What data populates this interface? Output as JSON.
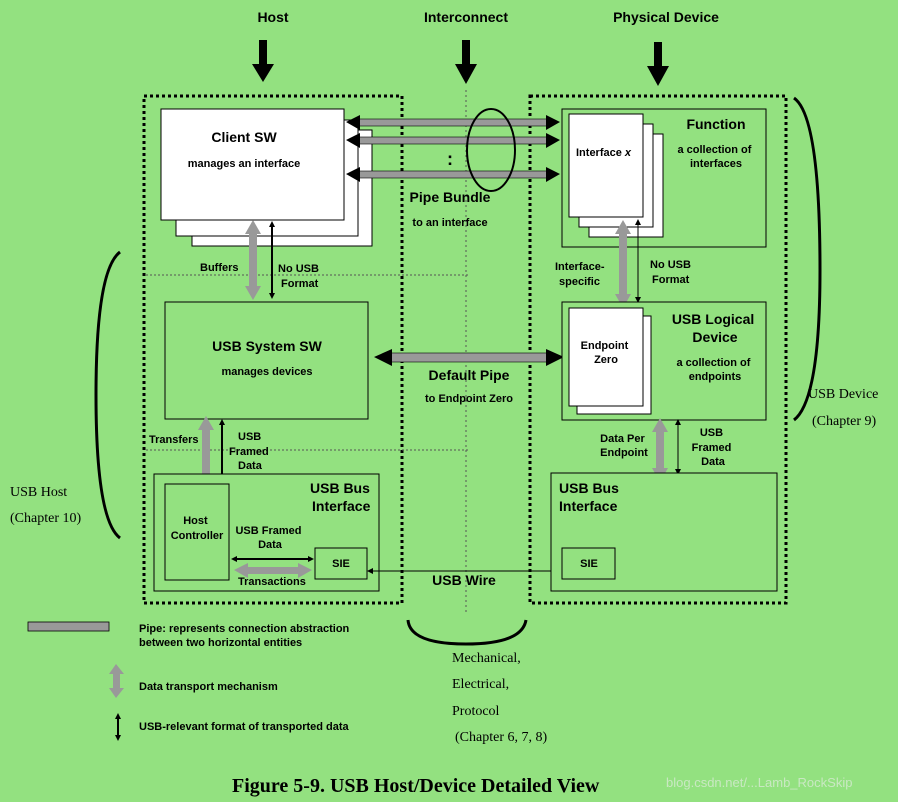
{
  "columns": {
    "host": "Host",
    "interconnect": "Interconnect",
    "physical_device": "Physical Device"
  },
  "host_side": {
    "client_sw": {
      "title": "Client SW",
      "subtitle": "manages an interface"
    },
    "buffers": "Buffers",
    "no_usb_format": [
      "No USB",
      "Format"
    ],
    "usb_system_sw": {
      "title": "USB System SW",
      "subtitle": "manages devices"
    },
    "transfers": "Transfers",
    "usb_framed_data": [
      "USB",
      "Framed",
      "Data"
    ],
    "usb_bus_interface": [
      "USB Bus",
      "Interface"
    ],
    "host_controller": [
      "Host",
      "Controller"
    ],
    "usb_framed_data_inline": [
      "USB Framed",
      "Data"
    ],
    "sie": "SIE",
    "transactions": "Transactions"
  },
  "interconnect": {
    "ellipsis": ":",
    "pipe_bundle": {
      "title": "Pipe Bundle",
      "subtitle": "to an interface"
    },
    "default_pipe": {
      "title": "Default Pipe",
      "subtitle": "to Endpoint Zero"
    },
    "usb_wire": "USB Wire",
    "mechanical_notes": [
      "Mechanical,",
      "Electrical,",
      "Protocol",
      "(Chapter 6, 7, 8)"
    ]
  },
  "device_side": {
    "function": {
      "title": "Function",
      "subtitle": [
        "a collection of",
        "interfaces"
      ]
    },
    "interface_x": {
      "prefix": "Interface ",
      "var": "x"
    },
    "interface_specific": [
      "Interface-",
      "specific"
    ],
    "no_usb_format": [
      "No USB",
      "Format"
    ],
    "usb_logical_device": {
      "title": [
        "USB Logical",
        "Device"
      ],
      "subtitle": [
        "a collection of",
        "endpoints"
      ]
    },
    "endpoint_zero": [
      "Endpoint",
      "Zero"
    ],
    "data_per_endpoint": [
      "Data Per",
      "Endpoint"
    ],
    "usb_framed_data": [
      "USB",
      "Framed",
      "Data"
    ],
    "usb_bus_interface": [
      "USB Bus",
      "Interface"
    ],
    "sie": "SIE"
  },
  "brackets": {
    "usb_host": [
      "USB Host",
      "(Chapter 10)"
    ],
    "usb_device": [
      "USB Device",
      "(Chapter 9)"
    ]
  },
  "legend": {
    "pipe": [
      "Pipe:  represents connection abstraction",
      "between two horizontal entities"
    ],
    "data_transport": "Data transport mechanism",
    "usb_format": "USB-relevant format of transported data"
  },
  "caption": "Figure 5-9.  USB Host/Device Detailed View",
  "watermark": "blog.csdn.net/...Lamb_RockSkip",
  "colors": {
    "background": "#93e180",
    "pipe_gray": "#999999",
    "box_fill": "#ffffff",
    "line": "#000000"
  }
}
